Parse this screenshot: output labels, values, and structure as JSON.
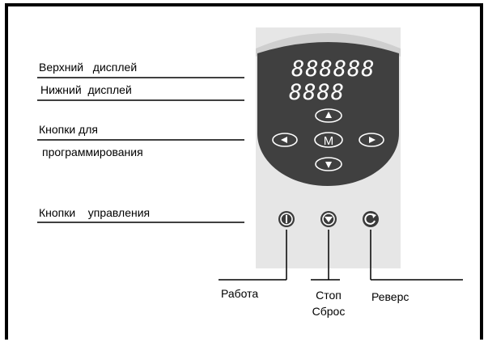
{
  "labels": {
    "upper_display": "Верхний   дисплей",
    "lower_display": "Нижний  дисплей",
    "prog_buttons_line1": "Кнопки для",
    "prog_buttons_line2": "программирования",
    "control_buttons": "Кнопки    управления",
    "run": "Работа",
    "stop_line1": "Стоп",
    "stop_line2": "Сброс",
    "reverse": "Реверс"
  },
  "display": {
    "upper_value": "888888",
    "lower_value": "8888"
  },
  "keypad": {
    "menu_key": "M"
  },
  "icons": {
    "up": "arrow-up-icon",
    "down": "arrow-down-icon",
    "left": "arrow-left-icon",
    "right": "arrow-right-icon",
    "run": "run-icon",
    "stop": "stop-reset-icon",
    "reverse": "reverse-icon"
  },
  "colors": {
    "panel": "#e6e6e6",
    "panel_top": "#d4d4d4",
    "display_body": "#404040",
    "display_text": "#ffffff",
    "frame": "#000000"
  }
}
